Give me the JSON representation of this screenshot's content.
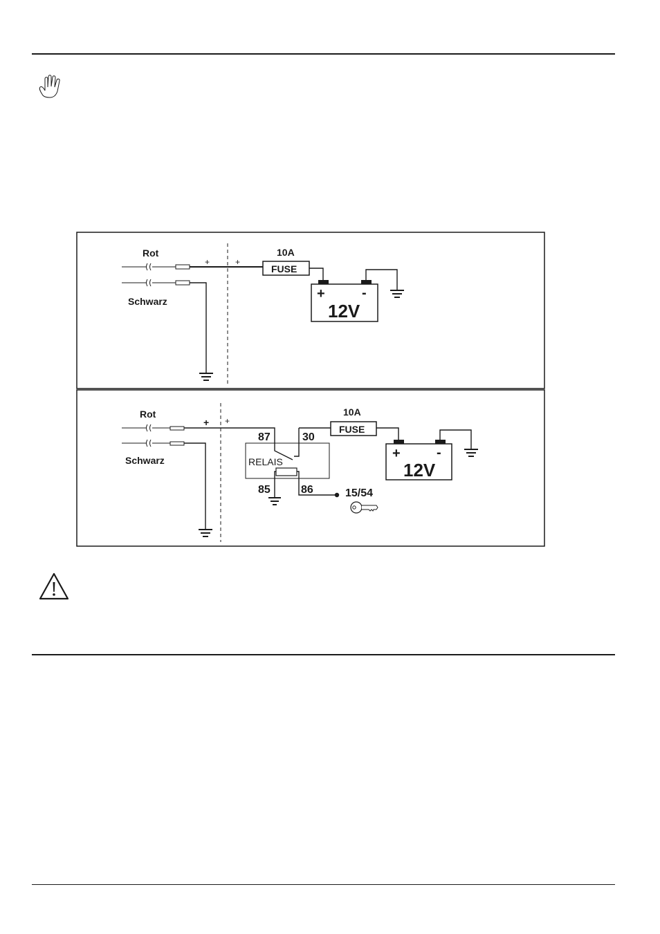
{
  "diagram_top": {
    "wire_red": "Rot",
    "wire_black": "Schwarz",
    "plus_left": "+",
    "plus_right": "+",
    "fuse_rating": "10A",
    "fuse_label": "FUSE",
    "battery_plus": "+",
    "battery_minus": "-",
    "battery_voltage": "12V"
  },
  "diagram_bottom": {
    "wire_red": "Rot",
    "wire_black": "Schwarz",
    "plus_left": "+",
    "plus_right": "+",
    "fuse_rating": "10A",
    "fuse_label": "FUSE",
    "battery_plus": "+",
    "battery_minus": "-",
    "battery_voltage": "12V",
    "relay_label": "RELAIS",
    "terminal_87": "87",
    "terminal_30": "30",
    "terminal_85": "85",
    "terminal_86": "86",
    "ignition_label": "15/54"
  },
  "icons": {
    "hand": "hand-stop-icon",
    "warning": "warning-triangle-icon",
    "key": "key-icon"
  }
}
